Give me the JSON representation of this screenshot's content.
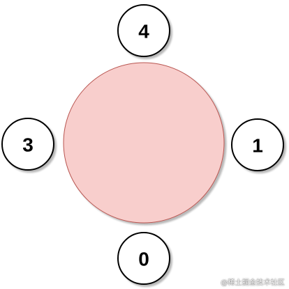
{
  "diagram": {
    "center": {
      "fill": "#f8cecc",
      "stroke": "#b85450"
    },
    "nodes": [
      {
        "label": "4",
        "fill": "#ffffff",
        "stroke": "#000000"
      },
      {
        "label": "1",
        "fill": "#ffffff",
        "stroke": "#000000"
      },
      {
        "label": "0",
        "fill": "#ffffff",
        "stroke": "#000000"
      },
      {
        "label": "3",
        "fill": "#ffffff",
        "stroke": "#000000"
      }
    ]
  },
  "watermark": {
    "text": "@稀土掘金技术社区"
  }
}
